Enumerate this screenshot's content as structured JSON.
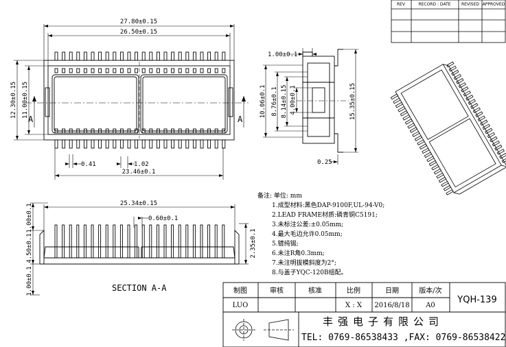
{
  "revision_table": {
    "headers": [
      "REV",
      "RECORD : DATE",
      "REVISED",
      "APPROVED"
    ]
  },
  "top_view": {
    "dims": {
      "overall_length": "27.80±0.15",
      "body_length": "26.50±0.15",
      "overall_height": "12.30±0.15",
      "body_height": "11.00±0.15",
      "pin_width": "0.41",
      "pin_pitch": "1.02",
      "row_length": "23.46±0.1"
    },
    "section_marks": [
      "A",
      "A"
    ]
  },
  "side_view": {
    "dims": {
      "lead_top": "1.00±0.1",
      "h1": "10.06±0.1",
      "h2": "8.76±0.1",
      "h3": "8.14±0.15",
      "h4": "4.00±0.1",
      "overall": "15.35±0.15",
      "lead_thk": "0.25"
    }
  },
  "section_view": {
    "dims": {
      "length": "25.34±0.15",
      "pin": "0.60±0.1",
      "top": "1.00±0.1",
      "height": "4.50±0.1",
      "bottom": "1.00±0.1",
      "right": "2.35±0.1"
    },
    "caption": "SECTION A-A"
  },
  "notes": {
    "header": "备注: 单位: mm",
    "items": [
      "1.成型材料:黑色DAP-9100F,UL-94-V0;",
      "2.LEAD FRAME材质:磷青铜C5191;",
      "3.未标注公差:±0.05mm;",
      "4.最大毛边允许0.05mm;",
      "5.镀纯锡;",
      "6.未注R角0.3mm;",
      "7.未注明拔模斜度为2°;",
      "8.与盖子YQC-120B组配。"
    ]
  },
  "title_block": {
    "headers": [
      "制图",
      "审核",
      "核准",
      "比例",
      "日期",
      "版本/次"
    ],
    "values": [
      "LUO",
      "",
      "",
      "X : X",
      "2016/8/18",
      "A0"
    ],
    "drawing_no": "YQH-139",
    "company": "丰强电子有限公司",
    "contact": "TEL: 0769-86538433 ,FAX: 0769-86538422"
  },
  "colors": {
    "line": "#000000",
    "center": "#000000",
    "bg": "#ffffff"
  }
}
